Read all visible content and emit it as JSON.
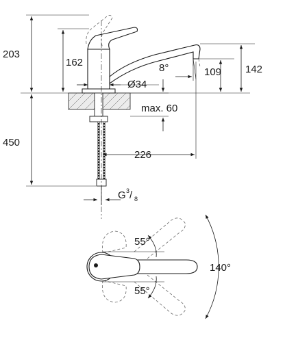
{
  "diagram": {
    "side_view": {
      "total_height": "203",
      "lever_height": "162",
      "spout_height": "142",
      "spout_outlet_height": "109",
      "spout_angle": "8°",
      "body_diameter": "Ø34",
      "max_thickness": "max. 60",
      "hose_length": "450",
      "spout_reach": "226",
      "connection_thread_prefix": "G",
      "connection_thread_num": "3",
      "connection_thread_den": "8"
    },
    "top_view": {
      "swivel_range": "140°",
      "lever_angle_up": "55°",
      "lever_angle_down": "55°"
    }
  }
}
